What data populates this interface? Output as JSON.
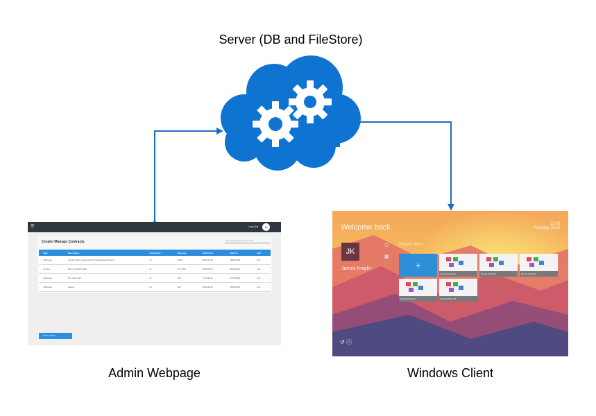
{
  "labels": {
    "server": "Server (DB and FileStore)",
    "admin": "Admin Webpage",
    "client": "Windows Client"
  },
  "colors": {
    "cloud": "#0f73d2",
    "arrow": "#1a6fc4",
    "admin_header": "#2d8ee0",
    "tile_blue": "#2e8fd8"
  },
  "icons": [
    "cloud-icon",
    "gear-icon",
    "arrow-icon"
  ],
  "admin_page": {
    "title": "Create/ Manage Contracts",
    "logout": "Log Out",
    "avatar": "JK",
    "search_placeholder": "Search description, contract ID",
    "columns": [
      "Type",
      "Description",
      "Contract ID",
      "Revenue",
      "Valid From",
      "Valid To",
      "Edit"
    ],
    "rows": [
      [
        "Individual",
        "London Office, Second Ext 8713 Additional Sheet ...",
        "41",
        "$345",
        "08/01/2019",
        "08/01/2020",
        "Edit"
      ],
      [
        "Corona",
        "Plus contract bundle",
        "31",
        "$ 77,000",
        "08/01/2019",
        "08/01/2020",
        "Edit"
      ],
      [
        "Individual",
        "The place half",
        "11",
        "$15",
        "17/01/2019",
        "17/01/2020",
        "Edit"
      ],
      [
        "Individual",
        "Details",
        "10",
        "$47",
        "18/01/2019",
        "18/01/2020",
        "Edit"
      ]
    ],
    "add_button": "Add Contract"
  },
  "client_app": {
    "welcome": "Welcome back",
    "time": "11:38",
    "date": "Tuesday 2018",
    "initials": "JK",
    "user_name": "James Knight",
    "recent_label": "Recent Items",
    "add_tile": "+",
    "tiles": [
      "Recent Project 1",
      "Recent Project 2",
      "Recent Project 3",
      "Recent Project 4",
      "Recent Project 5"
    ]
  }
}
